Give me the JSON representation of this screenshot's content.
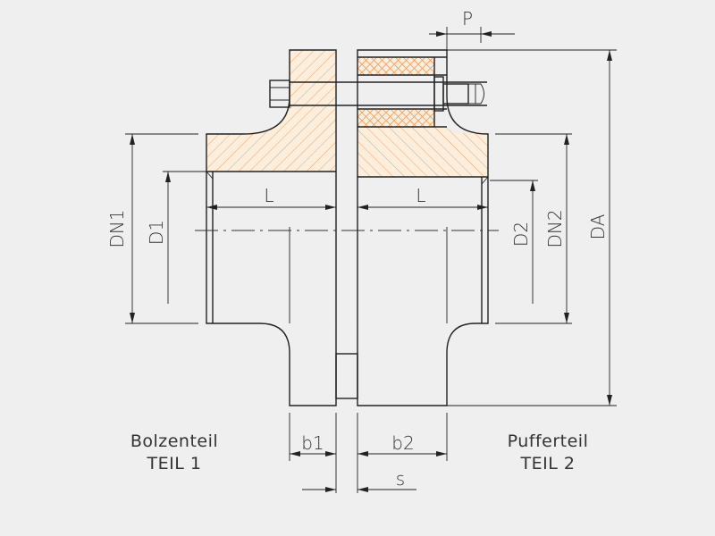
{
  "colors": {
    "background": "#efefef",
    "line": "#222222",
    "hatch": "#f0a060",
    "section_fill": "#fbeedd"
  },
  "labels": {
    "P": "P",
    "L_left": "L",
    "L_right": "L",
    "DN1": "DN1",
    "D1": "D1",
    "D2": "D2",
    "DN2": "DN2",
    "DA": "DA",
    "b1": "b1",
    "b2": "b2",
    "s": "s"
  },
  "parts": {
    "left": {
      "name": "Bolzenteil",
      "teil": "TEIL 1"
    },
    "right": {
      "name": "Pufferteil",
      "teil": "TEIL 2"
    }
  }
}
